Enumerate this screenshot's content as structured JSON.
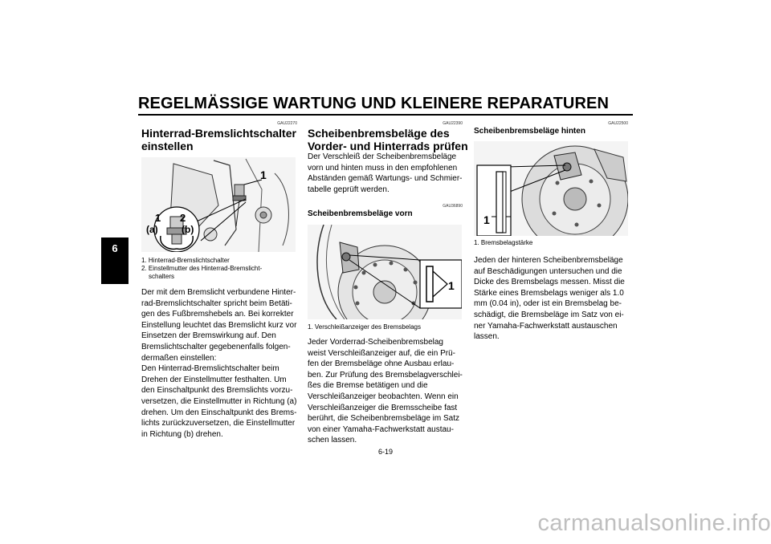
{
  "header": {
    "title": "REGELMÄSSIGE WARTUNG UND KLEINERE REPARATUREN"
  },
  "chapter_tab": "6",
  "col1": {
    "code": "GAU22270",
    "title_line1": "Hinterrad-Bremslichtschalter",
    "title_line2": "einstellen",
    "figure": {
      "callout_main": "1",
      "callout_a_num": "1",
      "callout_b_num": "2",
      "callout_a": "(a)",
      "callout_b": "(b)"
    },
    "captions": [
      "1. Hinterrad-Bremslichtschalter",
      "2. Einstellmutter des Hinterrad-Bremslicht-",
      "schalters"
    ],
    "body_lines": [
      "Der mit dem Bremslicht verbundene Hinter-",
      "rad-Bremslichtschalter spricht beim Betäti-",
      "gen des Fußbremshebels an. Bei korrekter",
      "Einstellung leuchtet das Bremslicht kurz vor",
      "Einsetzen der Bremswirkung auf. Den",
      "Bremslichtschalter gegebenenfalls folgen-",
      "dermaßen einstellen:",
      "Den Hinterrad-Bremslichtschalter beim",
      "Drehen der Einstellmutter festhalten. Um",
      "den Einschaltpunkt des Bremslichts vorzu-",
      "versetzen, die Einstellmutter in Richtung (a)",
      "drehen. Um den Einschaltpunkt des Brems-",
      "lichts zurückzuversetzen, die Einstellmutter",
      "in Richtung (b) drehen."
    ]
  },
  "col2": {
    "code": "GAU22390",
    "title_line1": "Scheibenbremsbeläge des",
    "title_line2": "Vorder- und Hinterrads prüfen",
    "intro_lines": [
      "Der Verschleiß der Scheibenbremsbeläge",
      "vorn und hinten muss in den empfohlenen",
      "Abständen gemäß Wartungs- und Schmier-",
      "tabelle geprüft werden."
    ],
    "sub_code": "GAU36890",
    "subtitle": "Scheibenbremsbeläge vorn",
    "figure": {
      "callout": "1"
    },
    "caption": "1. Verschleißanzeiger des Bremsbelags",
    "body_lines": [
      "Jeder Vorderrad-Scheibenbremsbelag",
      "weist Verschleißanzeiger auf, die ein Prü-",
      "fen der Bremsbeläge ohne Ausbau erlau-",
      "ben. Zur Prüfung des Bremsbelagverschlei-",
      "ßes die Bremse betätigen und die",
      "Verschleißanzeiger beobachten. Wenn ein",
      "Verschleißanzeiger die Bremsscheibe fast",
      "berührt, die Scheibenbremsbeläge im Satz",
      "von einer Yamaha-Fachwerkstatt austau-",
      "schen lassen."
    ]
  },
  "col3": {
    "code": "GAU22500",
    "subtitle": "Scheibenbremsbeläge hinten",
    "figure": {
      "callout": "1"
    },
    "caption": "1. Bremsbelagstärke",
    "body_lines": [
      "Jeden der hinteren Scheibenbremsbeläge",
      "auf Beschädigungen untersuchen und die",
      "Dicke des Bremsbelags messen. Misst die",
      "Stärke eines Bremsbelags weniger als 1.0",
      "mm (0.04 in), oder ist ein Bremsbelag be-",
      "schädigt, die Bremsbeläge im Satz von ei-",
      "ner Yamaha-Fachwerkstatt austauschen",
      "lassen."
    ]
  },
  "page_number": "6-19",
  "watermark": "carmanualsonline.info"
}
